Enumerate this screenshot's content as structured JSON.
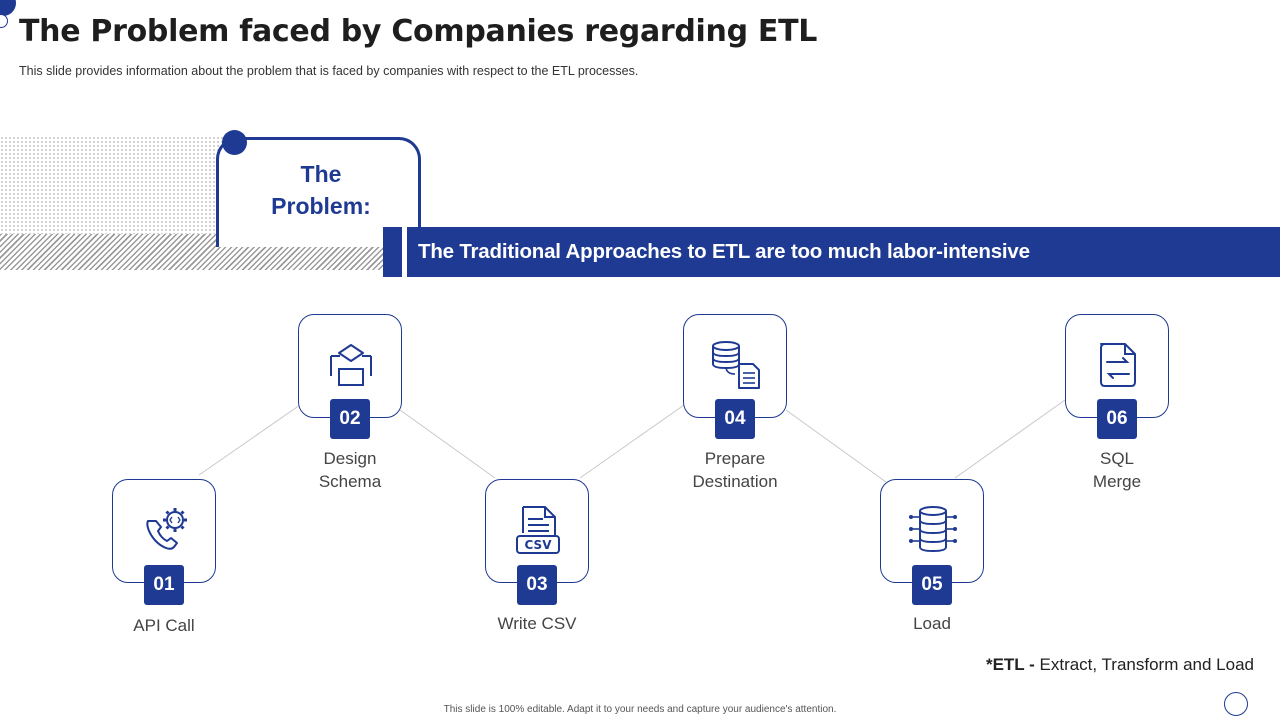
{
  "slide": {
    "title": "The Problem faced by Companies regarding ETL",
    "subtitle": "This slide provides information about the problem that is faced by companies with respect to the ETL processes.",
    "problem_label_line1": "The",
    "problem_label_line2": "Problem:",
    "banner_text": "The Traditional Approaches to ETL are too much labor-intensive"
  },
  "steps": [
    {
      "number": "01",
      "label_line1": "API Call",
      "label_line2": "",
      "icon": "phone-gear-icon"
    },
    {
      "number": "02",
      "label_line1": "Design",
      "label_line2": "Schema",
      "icon": "schema-icon"
    },
    {
      "number": "03",
      "label_line1": "Write CSV",
      "label_line2": "",
      "icon": "csv-file-icon"
    },
    {
      "number": "04",
      "label_line1": "Prepare",
      "label_line2": "Destination",
      "icon": "database-document-icon"
    },
    {
      "number": "05",
      "label_line1": "Load",
      "label_line2": "",
      "icon": "database-load-icon"
    },
    {
      "number": "06",
      "label_line1": "SQL",
      "label_line2": "Merge",
      "icon": "file-merge-icon"
    }
  ],
  "footnote": {
    "term": "*ETL -",
    "definition": " Extract, Transform and Load"
  },
  "footer_text": "This slide is 100% editable. Adapt it to your needs and capture your audience's attention.",
  "colors": {
    "accent": "#1f3a93"
  }
}
